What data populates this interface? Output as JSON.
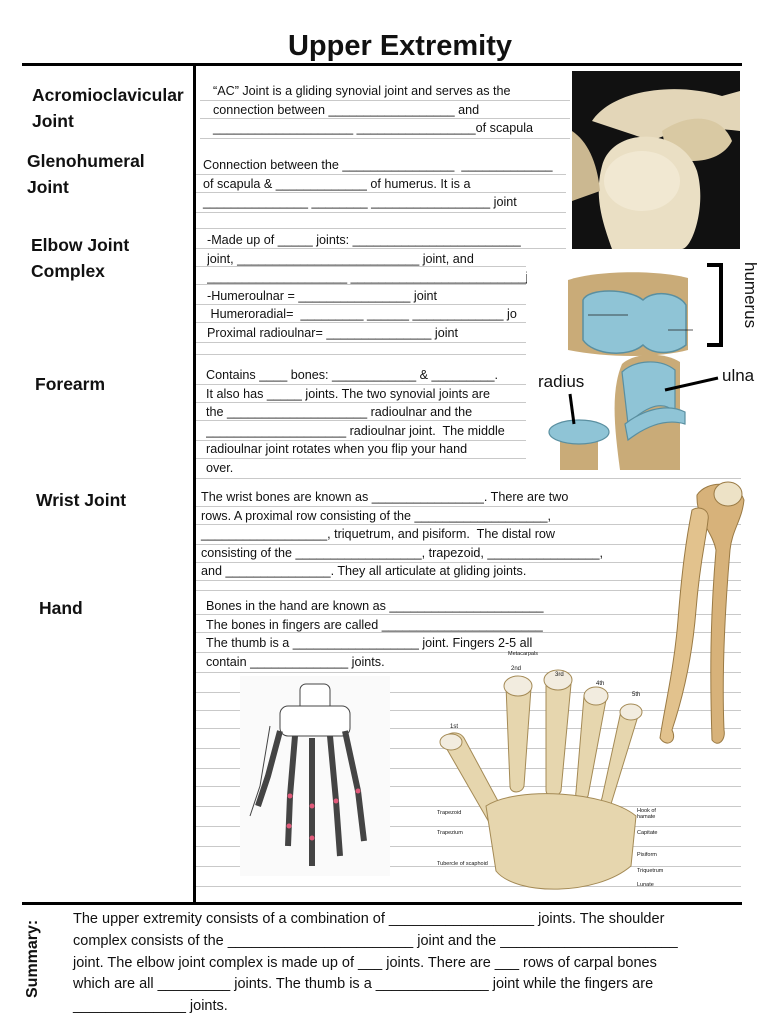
{
  "title": "Upper Extremity",
  "sections": [
    {
      "term": [
        "Acromioclavicular",
        "Joint"
      ],
      "text": "“AC” Joint is a gliding synovial joint and serves as the\nconnection between __________________ and\n____________________ _________________of scapula"
    },
    {
      "term": [
        "Glenohumeral",
        "Joint"
      ],
      "text": "Connection between the ________________  _____________\nof scapula & _____________ of humerus. It is a\n_______________ ________ _________________ joint"
    },
    {
      "term": [
        "Elbow Joint",
        "Complex"
      ],
      "text": "-Made up of _____ joints: ________________________\njoint, __________________________ joint, and\n____________________ _________________________joint\n-Humeroulnar = ________________ joint\n Humeroradial=  _________ ______ _____________ jo\nProximal radioulnar= _______________ joint"
    },
    {
      "term": [
        "Forearm"
      ],
      "text": "Contains ____ bones: ____________ & _________.\nIt also has _____ joints. The two synovial joints are\nthe ____________________ radioulnar and the\n____________________ radioulnar joint.  The middle\nradioulnar joint rotates when you flip your hand\nover."
    },
    {
      "term": [
        "Wrist Joint"
      ],
      "text": "The wrist bones are known as ________________. There are two\nrows. A proximal row consisting of the ___________________,\n__________________, triquetrum, and pisiform.  The distal row\nconsisting of the __________________, trapezoid, ________________,\nand _______________. They all articulate at gliding joints."
    },
    {
      "term": [
        "Hand"
      ],
      "text": "Bones in the hand are known as ______________________\nThe bones in fingers are called _______________________\nThe thumb is a __________________ joint. Fingers 2-5 all\ncontain ______________ joints."
    }
  ],
  "labels": {
    "humerus": "humerus",
    "radius": "radius",
    "ulna": "ulna"
  },
  "hand_labels": {
    "metacarpals": "Metacarpals",
    "digits": [
      "1st",
      "2nd",
      "3rd",
      "4th",
      "5th"
    ],
    "left": [
      "Trapezoid",
      "Trapezium",
      "Tubercle of scaphoid"
    ],
    "right": [
      "Hook of hamate",
      "Capitate",
      "Pisiform",
      "Triquetrum",
      "Lunate"
    ]
  },
  "summary": {
    "label": "Summary:",
    "text": "The upper extremity consists of a combination of __________________ joints. The shoulder\ncomplex consists of the _______________________ joint and the ______________________\njoint. The elbow joint complex is made up of ___ joints. There are ___ rows of carpal bones\nwhich are all _________ joints. The thumb is a ______________ joint while the fingers are\n______________ joints."
  },
  "colors": {
    "cartilage": "#8fc4d6",
    "bone": "#e9dcbc",
    "bone_dark": "#b89a63",
    "photo_bg": "#111111"
  }
}
